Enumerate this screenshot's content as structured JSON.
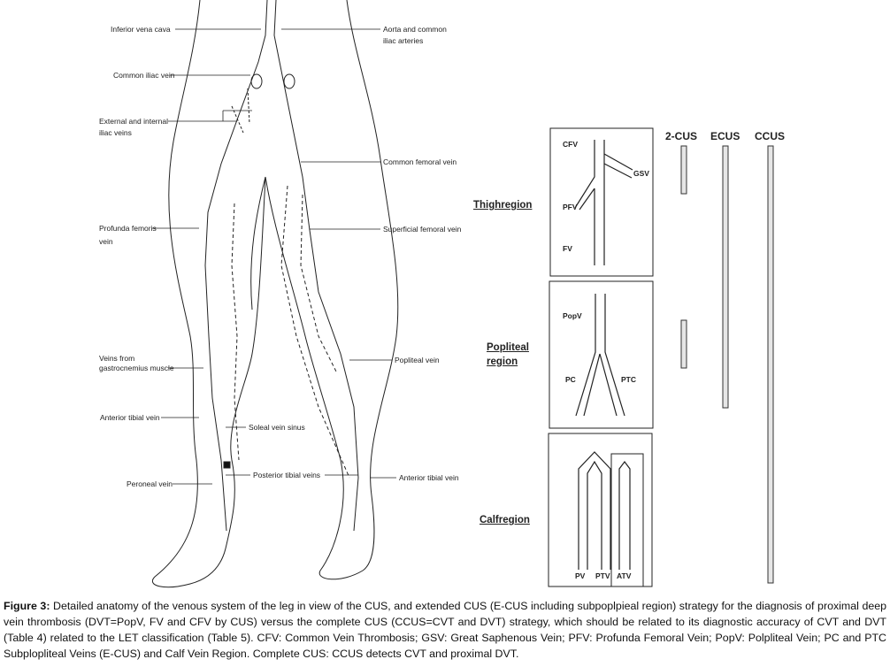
{
  "figure": {
    "anatomy_labels": {
      "ivc": "Inferior vena cava",
      "aorta_1": "Aorta and common",
      "aorta_2": "iliac arteries",
      "common_iliac": "Common iliac vein",
      "ext_int_iliac_1": "External and internal",
      "ext_int_iliac_2": "iliac veins",
      "common_femoral": "Common femoral vein",
      "profunda_1": "Profunda femoris",
      "profunda_2": "vein",
      "superficial_femoral": "Superficial femoral vein",
      "gastro_1": "Veins from",
      "gastro_2": "gastrocnemius muscle",
      "popliteal": "Popliteal vein",
      "anterior_tibial_left": "Anterior tibial vein",
      "soleal": "Soleal vein sinus",
      "posterior_tibial": "Posterior tibial veins",
      "anterior_tibial_right": "Anterior tibial vein",
      "peroneal": "Peroneal vein"
    },
    "regions": {
      "thigh": "Thighregion",
      "popliteal_1": "Popliteal",
      "popliteal_2": "region",
      "calf": "Calfregion"
    },
    "vein_labels": {
      "cfv": "CFV",
      "gsv": "GSV",
      "pfv": "PFV",
      "fv": "FV",
      "popv": "PopV",
      "pc": "PC",
      "ptc": "PTC",
      "pv": "PV",
      "ptv": "PTV",
      "atv": "ATV"
    },
    "strategies": [
      "2-CUS",
      "ECUS",
      "CCUS"
    ]
  },
  "caption": {
    "label": "Figure 3:",
    "text": " Detailed anatomy of the venous system of the leg in view of the CUS, and extended CUS (E-CUS including subpoplpieal region) strategy for the diagnosis of proximal deep vein thrombosis (DVT=PopV, FV and CFV by CUS) versus the complete CUS (CCUS=CVT and DVT) strategy, which should be related to its diagnostic accuracy of CVT and DVT (Table 4) related to the LET classification (Table 5). CFV: Common Vein Thrombosis; GSV: Great Saphenous Vein; PFV: Profunda Femoral Vein; PopV: Polpliteal Vein; PC and PTC Subplopliteal Veins (E-CUS) and Calf Vein Region. Complete CUS: CCUS detects CVT and proximal DVT."
  }
}
